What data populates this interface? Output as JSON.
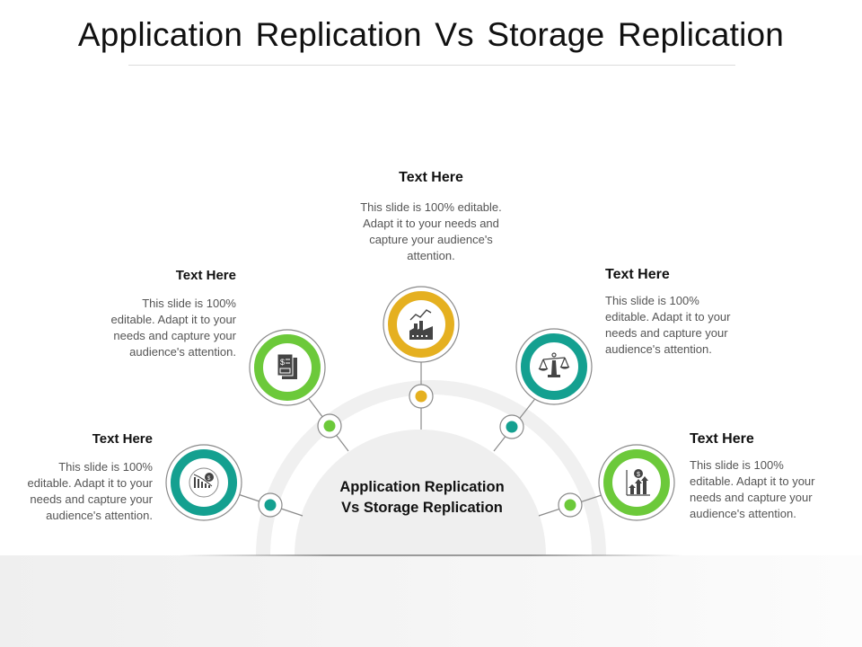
{
  "title": "Application Replication Vs Storage Replication",
  "center": {
    "line1": "Application Replication",
    "line2": "Vs Storage Replication"
  },
  "colors": {
    "green": "#6cc93a",
    "teal": "#14a090",
    "yellow": "#e5b020",
    "arc": "#efefef",
    "text_dark": "#111111",
    "text_body": "#555555"
  },
  "items": [
    {
      "position": "lower-left",
      "heading": "Text Here",
      "body": "This slide is 100% editable. Adapt it to your needs and capture your audience's attention.",
      "color": "teal",
      "icon": "declining-revenue-chart-icon"
    },
    {
      "position": "upper-left",
      "heading": "Text Here",
      "body": "This slide is 100% editable. Adapt it to your needs and capture your audience's attention.",
      "color": "green",
      "icon": "dollar-invoice-documents-icon"
    },
    {
      "position": "top",
      "heading": "Text Here",
      "body": "This slide is 100% editable. Adapt it to your needs and capture your audience's attention.",
      "color": "yellow",
      "icon": "factory-growth-icon"
    },
    {
      "position": "upper-right",
      "heading": "Text Here",
      "body": "This slide is 100% editable. Adapt it to your needs and capture your audience's attention.",
      "color": "teal",
      "icon": "balance-scale-icon"
    },
    {
      "position": "lower-right",
      "heading": "Text Here",
      "body": "This slide is 100% editable. Adapt it to your needs and capture your audience's attention.",
      "color": "green",
      "icon": "dollar-growth-chart-icon"
    }
  ]
}
